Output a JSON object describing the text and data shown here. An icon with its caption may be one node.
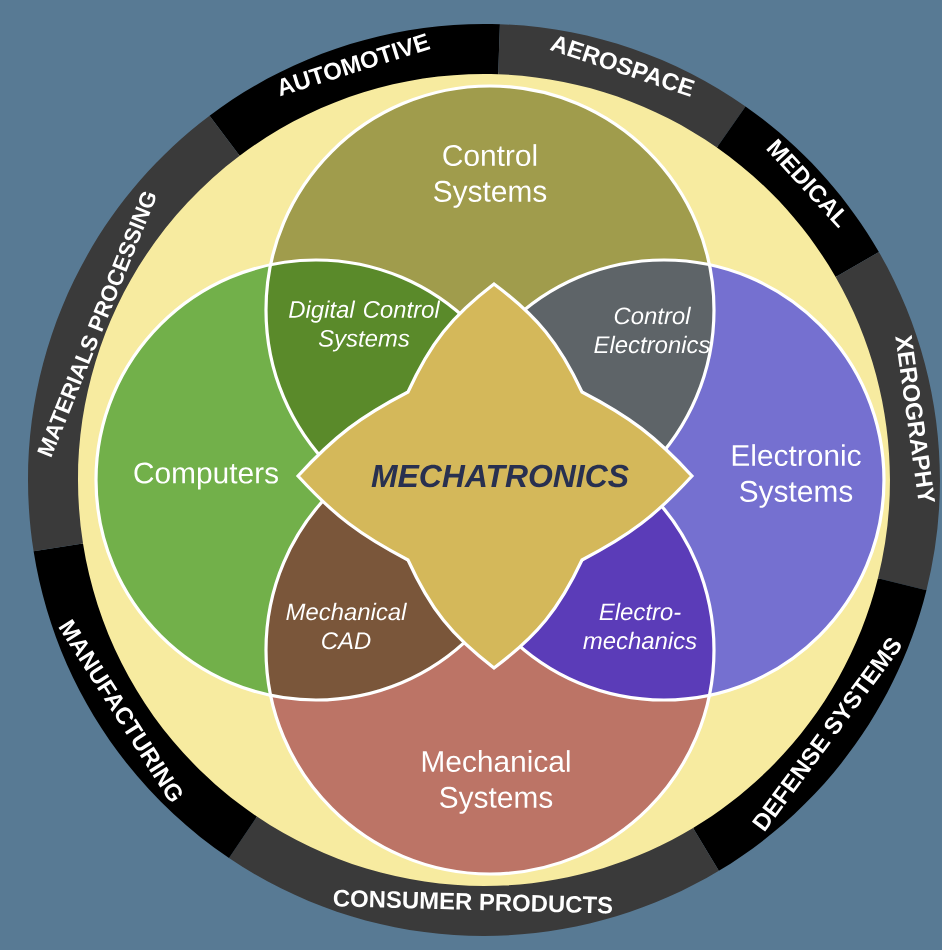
{
  "diagram": {
    "nodes": [
      {
        "text": [
          "AUTOMOTIVE"
        ]
      },
      {
        "text": [
          "AEROSPACE"
        ]
      },
      {
        "text": [
          "MEDICAL"
        ]
      },
      {
        "text": [
          "XEROGRAPHY"
        ]
      },
      {
        "text": [
          "DEFENSE SYSTEMS"
        ]
      },
      {
        "text": [
          "CONSUMER PRODUCTS"
        ]
      },
      {
        "text": [
          "MANUFACTURING"
        ]
      },
      {
        "text": [
          "MATERIALS PROCESSING"
        ]
      },
      {
        "text": [
          "Control Systems"
        ]
      },
      {
        "text": [
          "Computers"
        ]
      },
      {
        "text": [
          "Electronic Systems"
        ]
      },
      {
        "text": [
          "Mechanical Systems"
        ]
      },
      {
        "text": [
          "Digital Control Systems"
        ]
      },
      {
        "text": [
          "Control Electronics"
        ]
      },
      {
        "text": [
          "Mechanical CAD"
        ]
      },
      {
        "text": [
          "Electro-mechanics"
        ]
      },
      {
        "text": [
          "MECHATRONICS"
        ]
      }
    ]
  }
}
